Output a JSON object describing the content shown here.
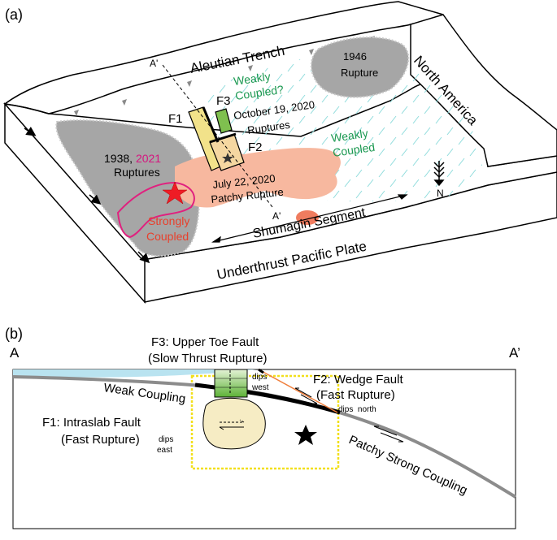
{
  "panel_a": {
    "label": "(a)",
    "trench": "Aleutian Trench",
    "north_america": "North America",
    "rupture_1946_year": "1946",
    "rupture_1946_word": "Rupture",
    "rupture_1938_prefix": "1938, ",
    "rupture_1938_year2021": "2021",
    "rupture_1938_word": "Ruptures",
    "strongly_1": "Strongly",
    "strongly_2": "Coupled",
    "weakly_q_1": "Weakly",
    "weakly_q_2": "Coupled?",
    "weakly_1": "Weakly",
    "weakly_2": "Coupled",
    "f1": "F1",
    "f2": "F2",
    "f3": "F3",
    "oct_1": "October 19, 2020",
    "oct_2": "Ruptures",
    "july_1": "July 22, 2020",
    "july_2": "Patchy Rupture",
    "a_prime_top": "A'",
    "a_prime_bottom": "A'",
    "shumagin": "Shumagin Segment",
    "pacific": "Underthrust Pacific Plate",
    "north_letter": "N",
    "colors": {
      "trench_green": "#1a9850",
      "year_magenta": "#d6157f",
      "strong_red": "#e8402c",
      "patch_salmon": "#f7b89f",
      "gray_rupture": "#a6a6a6",
      "star_red": "#ee1c25",
      "fault_yellow": "#f2e28a",
      "dash_cyan": "#7fd6d6"
    }
  },
  "panel_b": {
    "label": "(b)",
    "a_left": "A",
    "a_right": "A’",
    "f3_1": "F3: Upper Toe Fault",
    "f3_2": "(Slow Thrust Rupture)",
    "f2_1": "F2: Wedge Fault",
    "f2_2": "(Fast Rupture)",
    "dips_north": "dips  north",
    "dips_west_1": "dips",
    "dips_west_2": "west",
    "weak_coupling": "Weak Coupling",
    "f1_1": "F1: Intraslab Fault",
    "f1_2": "(Fast Rupture)",
    "dips_east_1": "dips",
    "dips_east_2": "east",
    "patchy": "Patchy Strong Coupling",
    "colors": {
      "water": "#b9e3f0",
      "slab_gray": "#8c8c8c",
      "f1_fill": "#f6ecc4",
      "f2_orange": "#f07f3c",
      "box_yellow": "#f2e01d",
      "f3_green": "#6cbd45"
    }
  }
}
